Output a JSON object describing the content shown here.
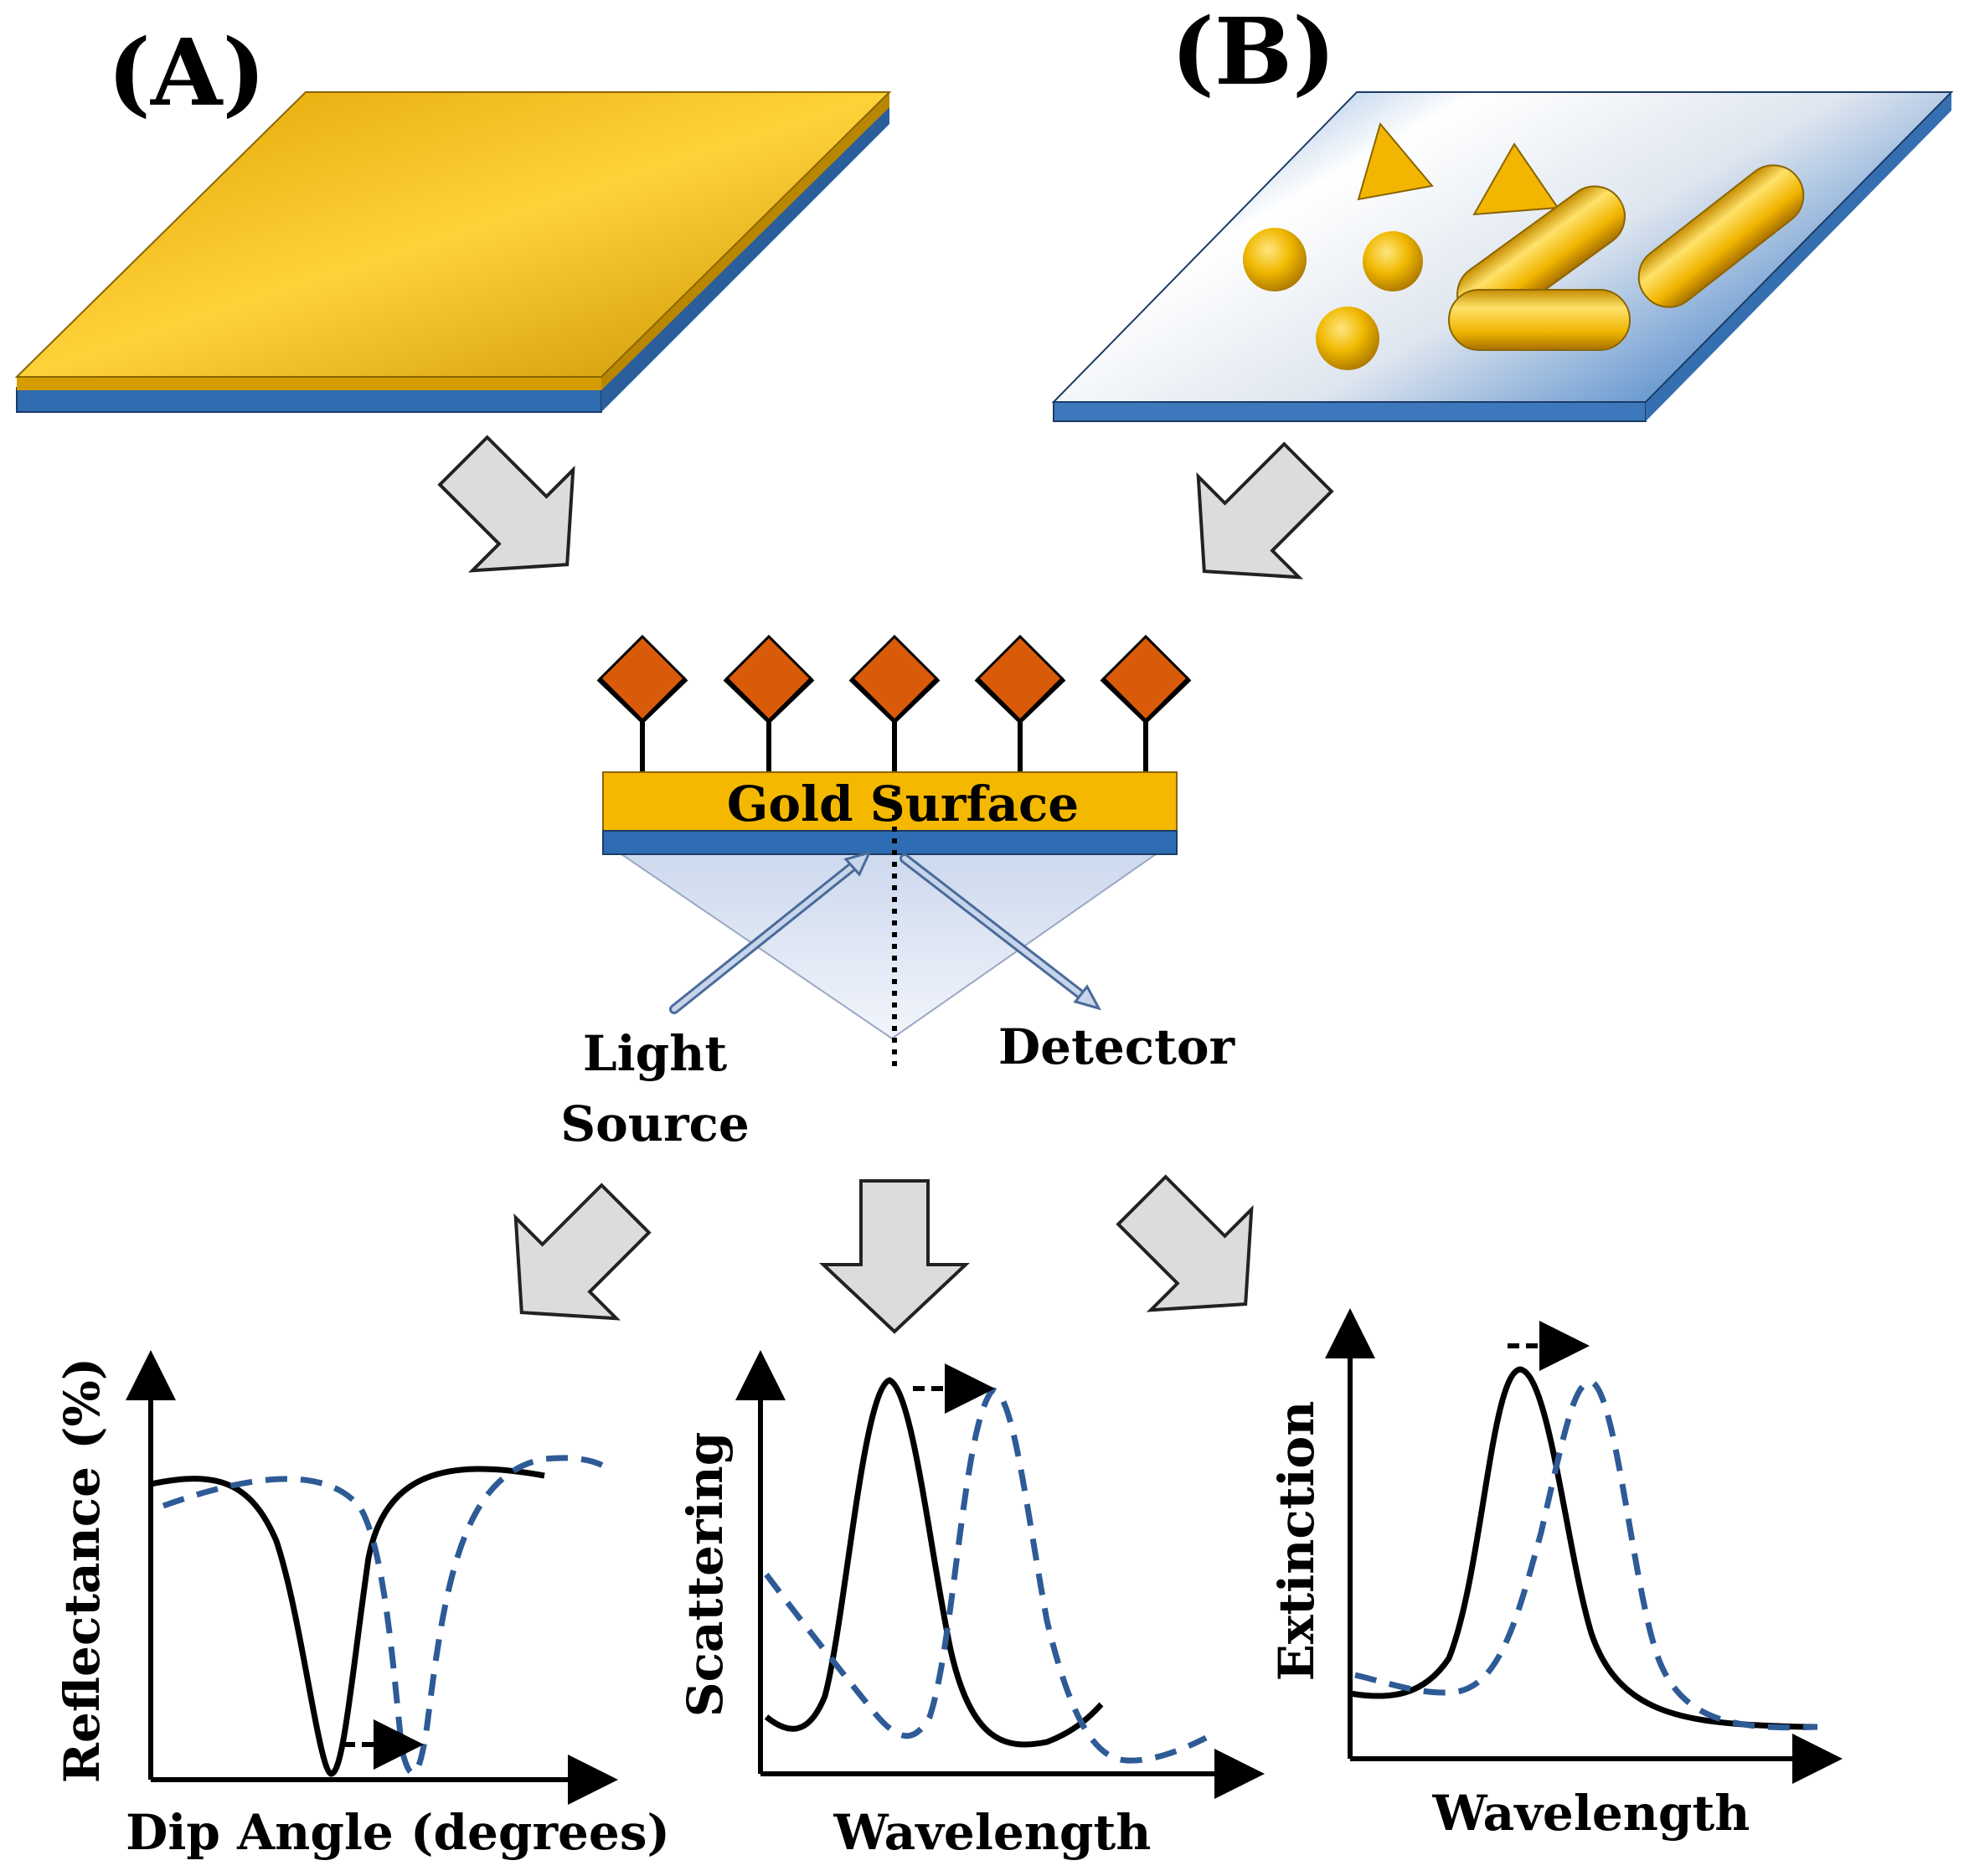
{
  "panels": {
    "a_label": "(A)",
    "b_label": "(B)"
  },
  "sensor": {
    "surface_label": "Gold Surface",
    "light_label_line1": "Light",
    "light_label_line2": "Source",
    "detector_label": "Detector"
  },
  "graphs": {
    "reflectance": {
      "ylabel": "Reflectance (%)",
      "xlabel": "Dip Angle (degrees)"
    },
    "scattering": {
      "ylabel": "Scattering",
      "xlabel": "Wavelength"
    },
    "extinction": {
      "ylabel": "Extinction",
      "xlabel": "Wavelength"
    }
  },
  "colors": {
    "gold": "#f5b800",
    "gold_dark": "#c99400",
    "substrate_blue": "#2e6db4",
    "probe_orange": "#d95b0a",
    "prism": "#dfe7f5",
    "dashed_curve": "#2e5b96",
    "arrow_fill": "#dcdcdc"
  }
}
